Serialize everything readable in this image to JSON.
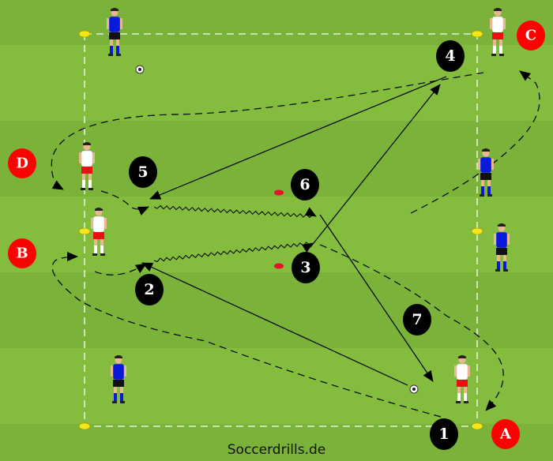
{
  "colors": {
    "grass_dark": "#7ab23a",
    "grass_light": "#84bc3e",
    "label_red": "#ff0000",
    "number_black": "#000000",
    "team_blue": "#0a1adb",
    "team_white_red": "#e81010",
    "cone_yellow": "#f5e61a"
  },
  "position_labels": [
    "A",
    "B",
    "C",
    "D"
  ],
  "step_numbers": [
    "1",
    "2",
    "3",
    "4",
    "5",
    "6",
    "7"
  ],
  "credit": "Soccerdrills.de"
}
